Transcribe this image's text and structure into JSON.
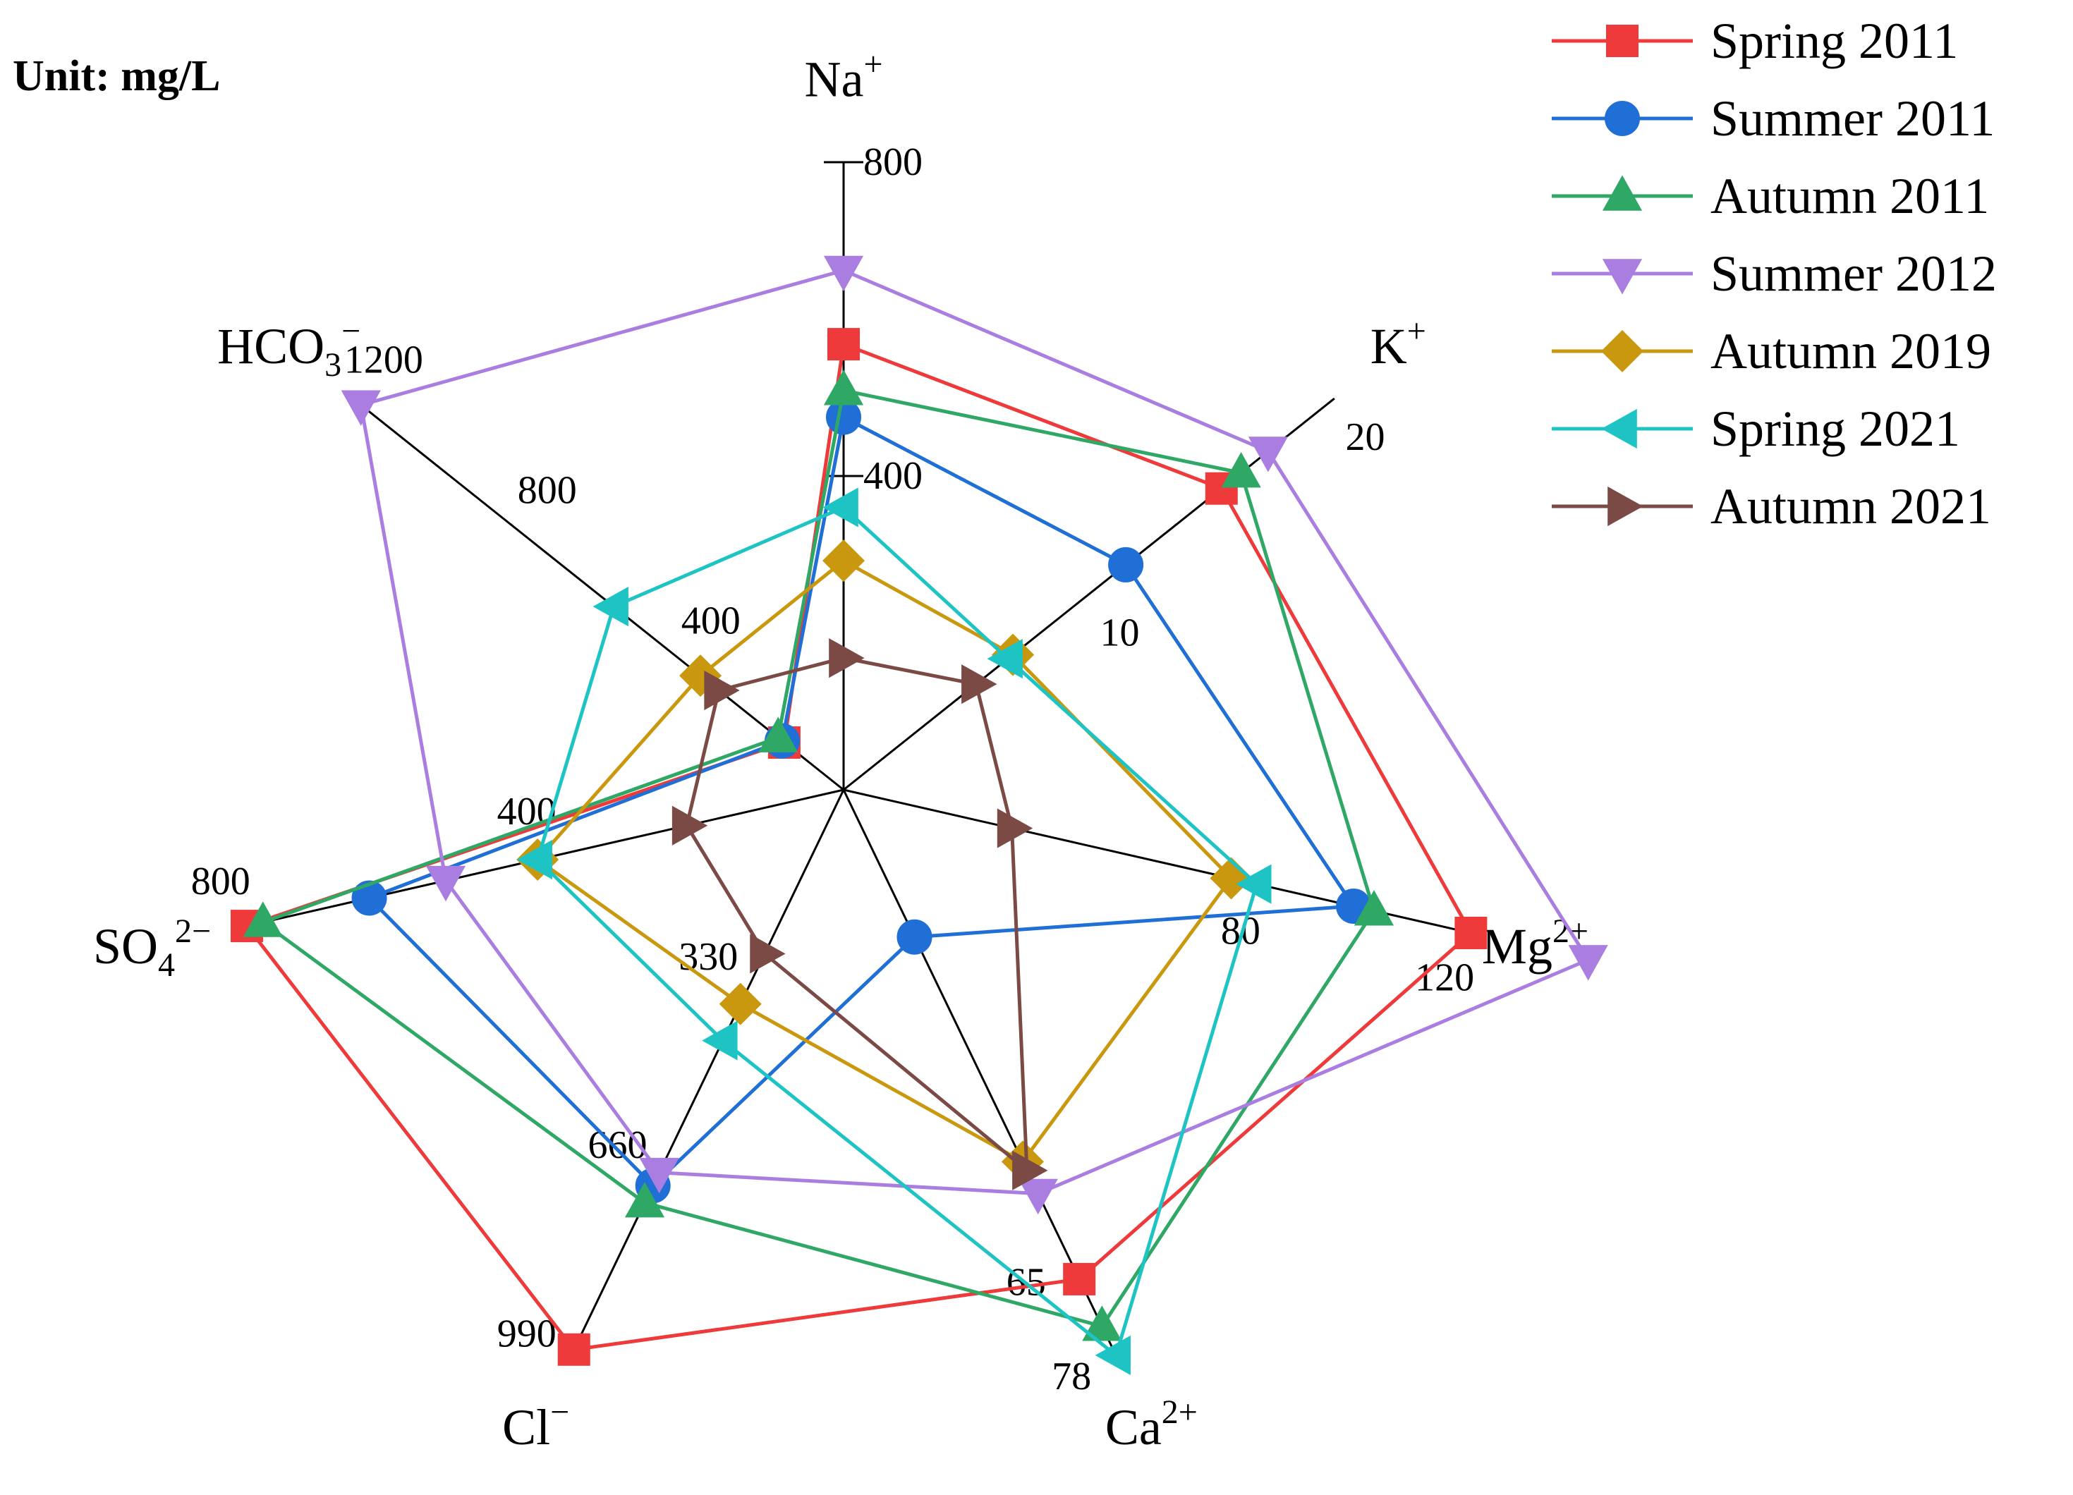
{
  "unit_label": "Unit: mg/L",
  "chart_data": {
    "type": "radar",
    "axes": [
      {
        "key": "na",
        "label": "Na",
        "sup": "+",
        "sub": "",
        "max": 800,
        "ticks": [
          {
            "value": 800,
            "label": "800"
          },
          {
            "value": 400,
            "label": "400"
          }
        ]
      },
      {
        "key": "k",
        "label": "K",
        "sup": "+",
        "sub": "",
        "max": 20,
        "ticks": [
          {
            "value": 20,
            "label": "20"
          },
          {
            "value": 10,
            "label": "10"
          }
        ]
      },
      {
        "key": "mg",
        "label": "Mg",
        "sup": "2+",
        "sub": "",
        "max": 120,
        "ticks": [
          {
            "value": 120,
            "label": "120"
          },
          {
            "value": 80,
            "label": "80"
          }
        ]
      },
      {
        "key": "ca",
        "label": "Ca",
        "sup": "2+",
        "sub": "",
        "max": 78,
        "ticks": [
          {
            "value": 78,
            "label": "78"
          },
          {
            "value": 65,
            "label": "65"
          }
        ]
      },
      {
        "key": "cl",
        "label": "Cl",
        "sup": "−",
        "sub": "",
        "max": 990,
        "ticks": [
          {
            "value": 990,
            "label": "990"
          },
          {
            "value": 660,
            "label": "660"
          },
          {
            "value": 330,
            "label": "330"
          }
        ]
      },
      {
        "key": "so4",
        "label": "SO",
        "sup": "2−",
        "sub": "4",
        "max": 800,
        "ticks": [
          {
            "value": 800,
            "label": "800"
          },
          {
            "value": 400,
            "label": "400"
          }
        ]
      },
      {
        "key": "hco3",
        "label": "HCO",
        "sup": "−",
        "sub": "3",
        "max": 1200,
        "ticks": [
          {
            "value": 1200,
            "label": "1200"
          },
          {
            "value": 800,
            "label": "800"
          },
          {
            "value": 400,
            "label": "400"
          }
        ]
      }
    ],
    "series": [
      {
        "name": "Spring 2011",
        "color": "#ee3a3a",
        "marker": "square",
        "values": [
          568,
          15.4,
          123,
          67.5,
          980,
          780,
          145
        ]
      },
      {
        "name": "Summer 2011",
        "color": "#1f6fd6",
        "marker": "circle",
        "values": [
          475,
          11.5,
          100,
          20.3,
          693,
          620,
          150
        ]
      },
      {
        "name": "Autumn 2011",
        "color": "#2fa866",
        "marker": "triangle-up",
        "values": [
          509,
          16.2,
          104,
          74.0,
          723,
          759,
          160
        ]
      },
      {
        "name": "Summer 2012",
        "color": "#a97ee0",
        "marker": "triangle-down",
        "values": [
          662,
          17.3,
          146,
          55.7,
          670,
          520,
          1180
        ]
      },
      {
        "name": "Autumn 2019",
        "color": "#c9980e",
        "marker": "diamond",
        "values": [
          292,
          6.9,
          76,
          51.3,
          375,
          400,
          350
        ]
      },
      {
        "name": "Spring 2021",
        "color": "#1ec4c4",
        "marker": "triangle-left",
        "values": [
          360,
          6.7,
          81,
          78.0,
          439,
          400,
          562
        ]
      },
      {
        "name": "Autumn 2021",
        "color": "#7b4a45",
        "marker": "triangle-right",
        "values": [
          168,
          5.4,
          33,
          52.5,
          287,
          205,
          305
        ]
      }
    ]
  }
}
